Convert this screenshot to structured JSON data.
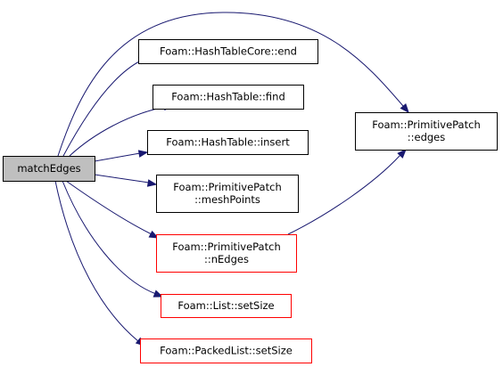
{
  "graph": {
    "root": {
      "id": "matchEdges",
      "lines": [
        "matchEdges"
      ],
      "fill": "#bfbfbf",
      "stroke": "#000000"
    },
    "nodes": [
      {
        "id": "hashtablecore-end",
        "lines": [
          "Foam::HashTableCore::end"
        ],
        "fill": "#ffffff",
        "stroke": "#000000"
      },
      {
        "id": "hashtable-find",
        "lines": [
          "Foam::HashTable::find"
        ],
        "fill": "#ffffff",
        "stroke": "#000000"
      },
      {
        "id": "hashtable-insert",
        "lines": [
          "Foam::HashTable::insert"
        ],
        "fill": "#ffffff",
        "stroke": "#000000"
      },
      {
        "id": "primitivepatch-meshpoints",
        "lines": [
          "Foam::PrimitivePatch",
          "::meshPoints"
        ],
        "fill": "#ffffff",
        "stroke": "#000000"
      },
      {
        "id": "primitivepatch-nedges",
        "lines": [
          "Foam::PrimitivePatch",
          "::nEdges"
        ],
        "fill": "#ffffff",
        "stroke": "#ff0000"
      },
      {
        "id": "list-setsize",
        "lines": [
          "Foam::List::setSize"
        ],
        "fill": "#ffffff",
        "stroke": "#ff0000"
      },
      {
        "id": "packedlist-setsize",
        "lines": [
          "Foam::PackedList::setSize"
        ],
        "fill": "#ffffff",
        "stroke": "#ff0000"
      },
      {
        "id": "primitivepatch-edges",
        "lines": [
          "Foam::PrimitivePatch",
          "::edges"
        ],
        "fill": "#ffffff",
        "stroke": "#000000"
      }
    ],
    "edges": [
      {
        "from": "matchEdges",
        "to": "primitivepatch-edges"
      },
      {
        "from": "matchEdges",
        "to": "hashtablecore-end"
      },
      {
        "from": "matchEdges",
        "to": "hashtable-find"
      },
      {
        "from": "matchEdges",
        "to": "hashtable-insert"
      },
      {
        "from": "matchEdges",
        "to": "primitivepatch-meshpoints"
      },
      {
        "from": "matchEdges",
        "to": "primitivepatch-nedges"
      },
      {
        "from": "matchEdges",
        "to": "list-setsize"
      },
      {
        "from": "matchEdges",
        "to": "packedlist-setsize"
      },
      {
        "from": "primitivepatch-nedges",
        "to": "primitivepatch-edges"
      }
    ],
    "edge_color": "#191970"
  }
}
